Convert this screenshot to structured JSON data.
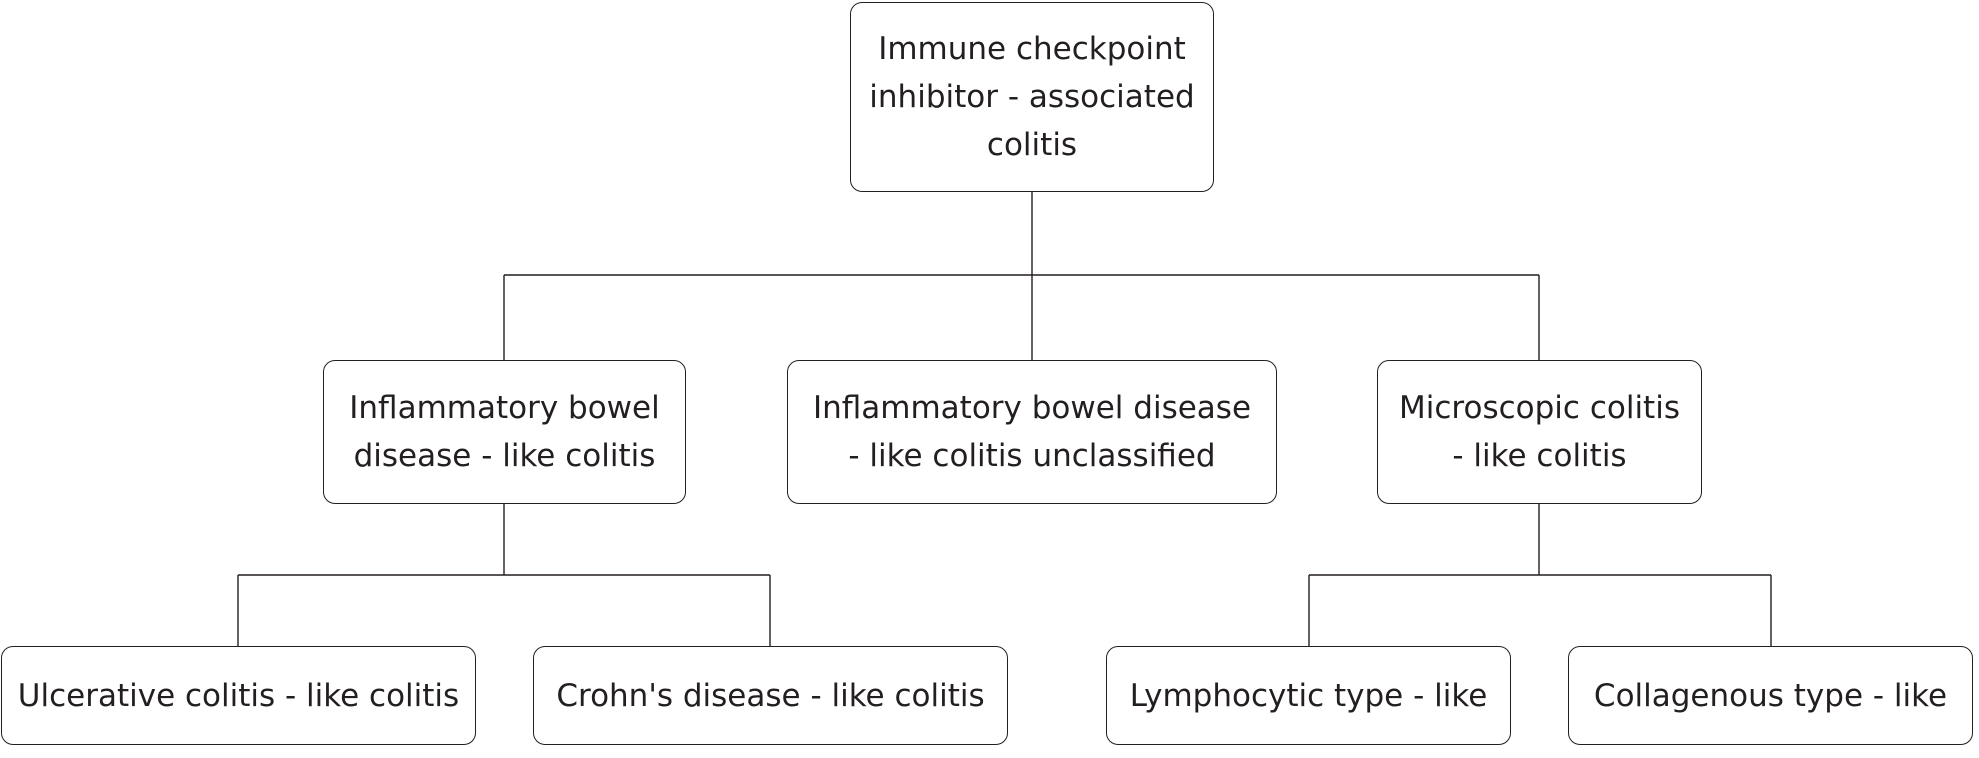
{
  "diagram": {
    "root": {
      "label": "Immune checkpoint\ninhibitor - associated\ncolitis"
    },
    "level1": [
      {
        "label": "Inflammatory bowel\ndisease - like colitis"
      },
      {
        "label": "Inflammatory bowel disease\n- like colitis unclassified"
      },
      {
        "label": "Microscopic colitis\n- like colitis"
      }
    ],
    "level2": [
      {
        "label": "Ulcerative colitis - like colitis"
      },
      {
        "label": "Crohn's disease - like colitis"
      },
      {
        "label": "Lymphocytic type - like"
      },
      {
        "label": "Collagenous type - like"
      }
    ],
    "colors": {
      "line": "#231f20",
      "text": "#231f20",
      "background": "#ffffff"
    }
  }
}
